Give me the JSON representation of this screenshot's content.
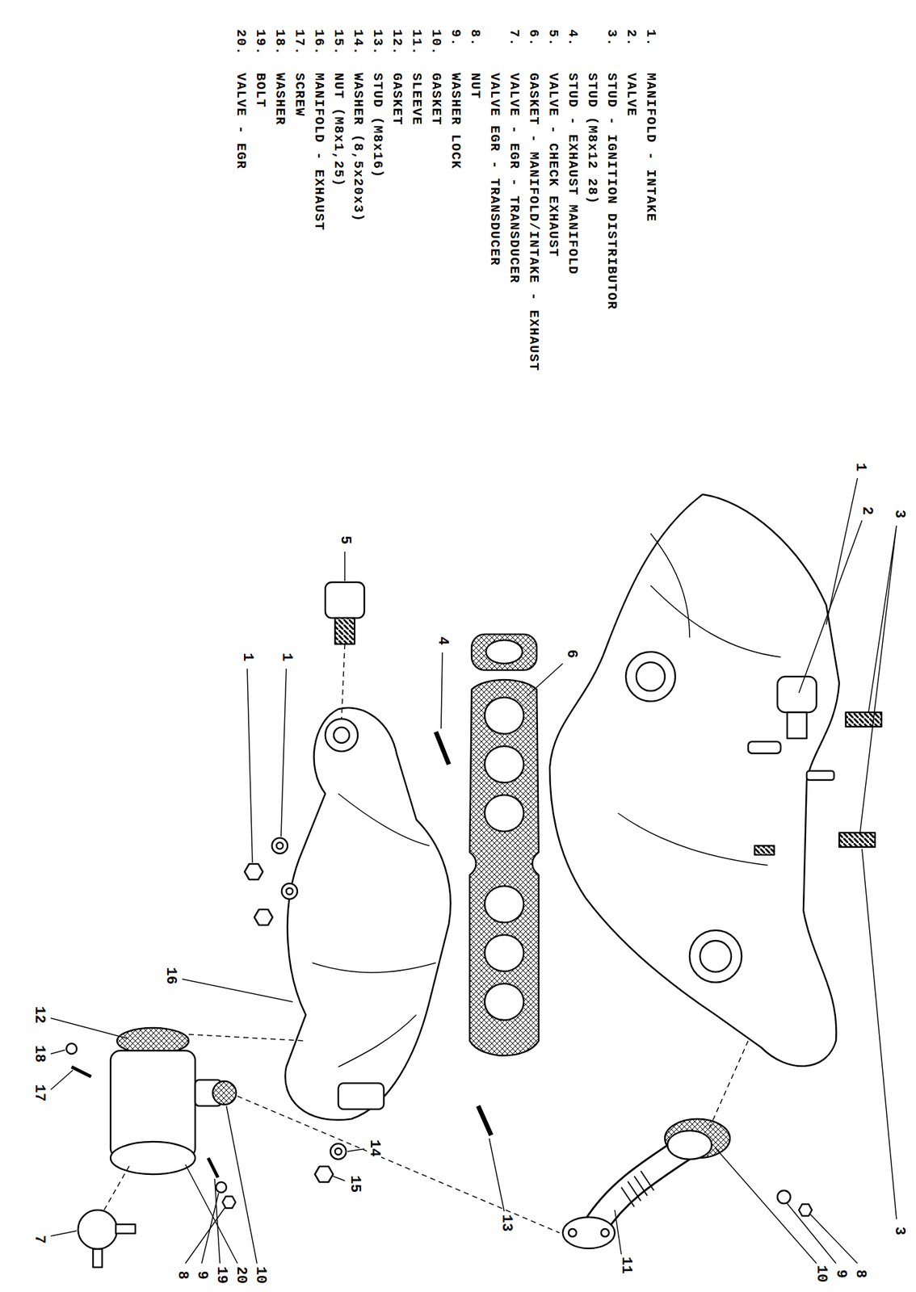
{
  "diagram": {
    "labels": [
      "1.",
      "MANIFOLD - INTAKE",
      "2.",
      "VALVE",
      "3.",
      "STUD - IGNITION DISTRIBUTOR",
      "STUD (M8x12 28)",
      "4.",
      "STUD - EXHAUST MANIFOLD",
      "5.",
      "VALVE - CHECK EXHAUST",
      "6.",
      "GASKET - MANIFOLD/INTAKE - EXHAUST",
      "7.",
      "VALVE - EGR - TRANSDUCER",
      "VALVE EGR - TRANSDUCER",
      "8.",
      "NUT",
      "9.",
      "WASHER LOCK",
      "10.",
      "GASKET",
      "11.",
      "SLEEVE",
      "12.",
      "GASKET",
      "13.",
      "STUD (M8x16)",
      "14.",
      "WASHER (8,5x20x3)",
      "15.",
      "NUT (M8x1,25)",
      "16.",
      "MANIFOLD - EXHAUST",
      "17.",
      "SCREW",
      "18.",
      "WASHER",
      "19.",
      "BOLT",
      "20.",
      "VALVE - EGR",
      "1",
      "2",
      "3",
      "6",
      "5",
      "4",
      "1",
      "1",
      "16",
      "13",
      "3",
      "11",
      "10",
      "9",
      "8",
      "14",
      "15",
      "12",
      "18",
      "17",
      "7",
      "10",
      "20",
      "19",
      "9",
      "8"
    ]
  }
}
